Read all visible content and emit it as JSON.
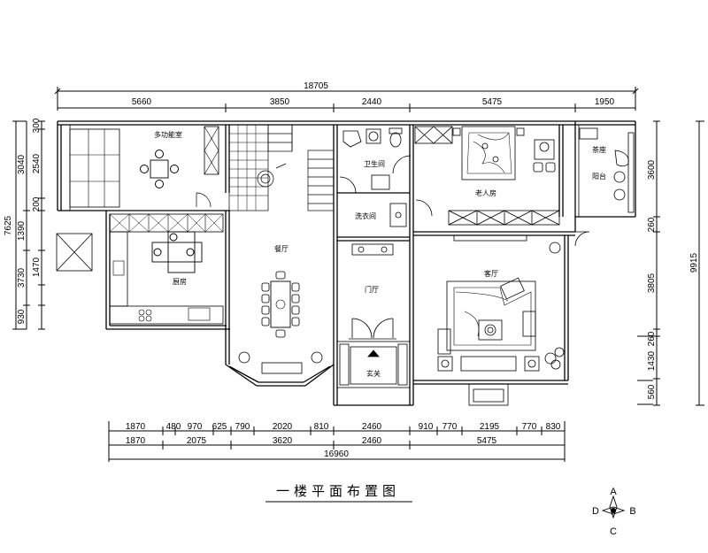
{
  "title": "一楼平面布置图",
  "rooms": {
    "multi_function": "多功能室",
    "kitchen": "厨房",
    "dining": "餐厅",
    "bathroom": "卫生间",
    "laundry": "洗衣间",
    "elderly_bedroom": "老人房",
    "sunroom": "阳台",
    "tea": "茶座",
    "foyer": "门厅",
    "entrance": "玄关",
    "living": "客厅"
  },
  "dimensions": {
    "top_total": "18705",
    "top": [
      "5660",
      "3850",
      "2440",
      "5475",
      "1950"
    ],
    "left_outer_total": "7625",
    "left_outer": [
      "3730"
    ],
    "left_mid": [
      "3040",
      "1390",
      "930"
    ],
    "left_inner": [
      "300",
      "2540",
      "200",
      "1470"
    ],
    "right_outer_total": "9915",
    "right_inner": [
      "3600",
      "260",
      "3805",
      "260",
      "1430",
      "560"
    ],
    "bottom_row1": [
      "1870",
      "480",
      "970",
      "625",
      "790",
      "2020",
      "810",
      "2460",
      "910",
      "770",
      "2195",
      "770",
      "830"
    ],
    "bottom_row2": [
      "1870",
      "2075",
      "3620",
      "2460",
      "5475"
    ],
    "bottom_total": "16960"
  },
  "compass": {
    "north": "A",
    "east": "B",
    "south": "C",
    "west": "D"
  }
}
